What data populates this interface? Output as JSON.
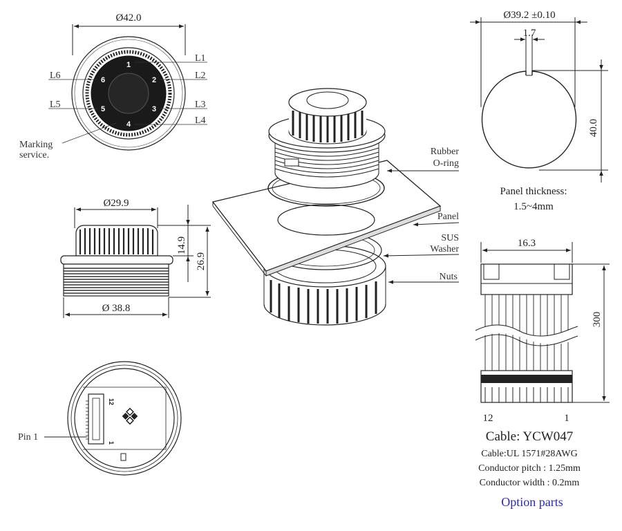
{
  "colors": {
    "option_parts": "#2b2bb8",
    "ink": "#222222",
    "connector": "#111111"
  },
  "top_view": {
    "diameter": "Ø42.0",
    "pins": [
      "1",
      "2",
      "3",
      "4",
      "5",
      "6"
    ],
    "leaders": {
      "l1": "L1",
      "l2": "L2",
      "l3": "L3",
      "l4": "L4",
      "l5": "L5",
      "l6": "L6"
    },
    "marking_line1": "Marking",
    "marking_line2": "service."
  },
  "side_view": {
    "top_diameter": "Ø29.9",
    "height_short": "14.9",
    "height_total": "26.9",
    "bottom_diameter": "Ø 38.8"
  },
  "exploded": {
    "rubber_line1": "Rubber",
    "rubber_line2": "O-ring",
    "panel": "Panel",
    "sus_line1": "SUS",
    "sus_line2": "Washer",
    "nuts": "Nuts"
  },
  "panel_cutout": {
    "diameter": "Ø39.2 ±0.10",
    "key_width": "1.7",
    "height": "40.0",
    "thickness_line1": "Panel thickness:",
    "thickness_line2": "1.5~4mm"
  },
  "cable": {
    "width": "16.3",
    "length": "300",
    "pin_left": "12",
    "pin_right": "1",
    "title": "Cable: YCW047",
    "spec1": "Cable:UL 1571#28AWG",
    "spec2": "Conductor pitch  : 1.25mm",
    "spec3": "Conductor width : 0.2mm",
    "option_parts": "Option parts"
  },
  "bottom_view": {
    "pin1_label": "Pin 1",
    "pin_12": "12",
    "pin_1": "1"
  }
}
